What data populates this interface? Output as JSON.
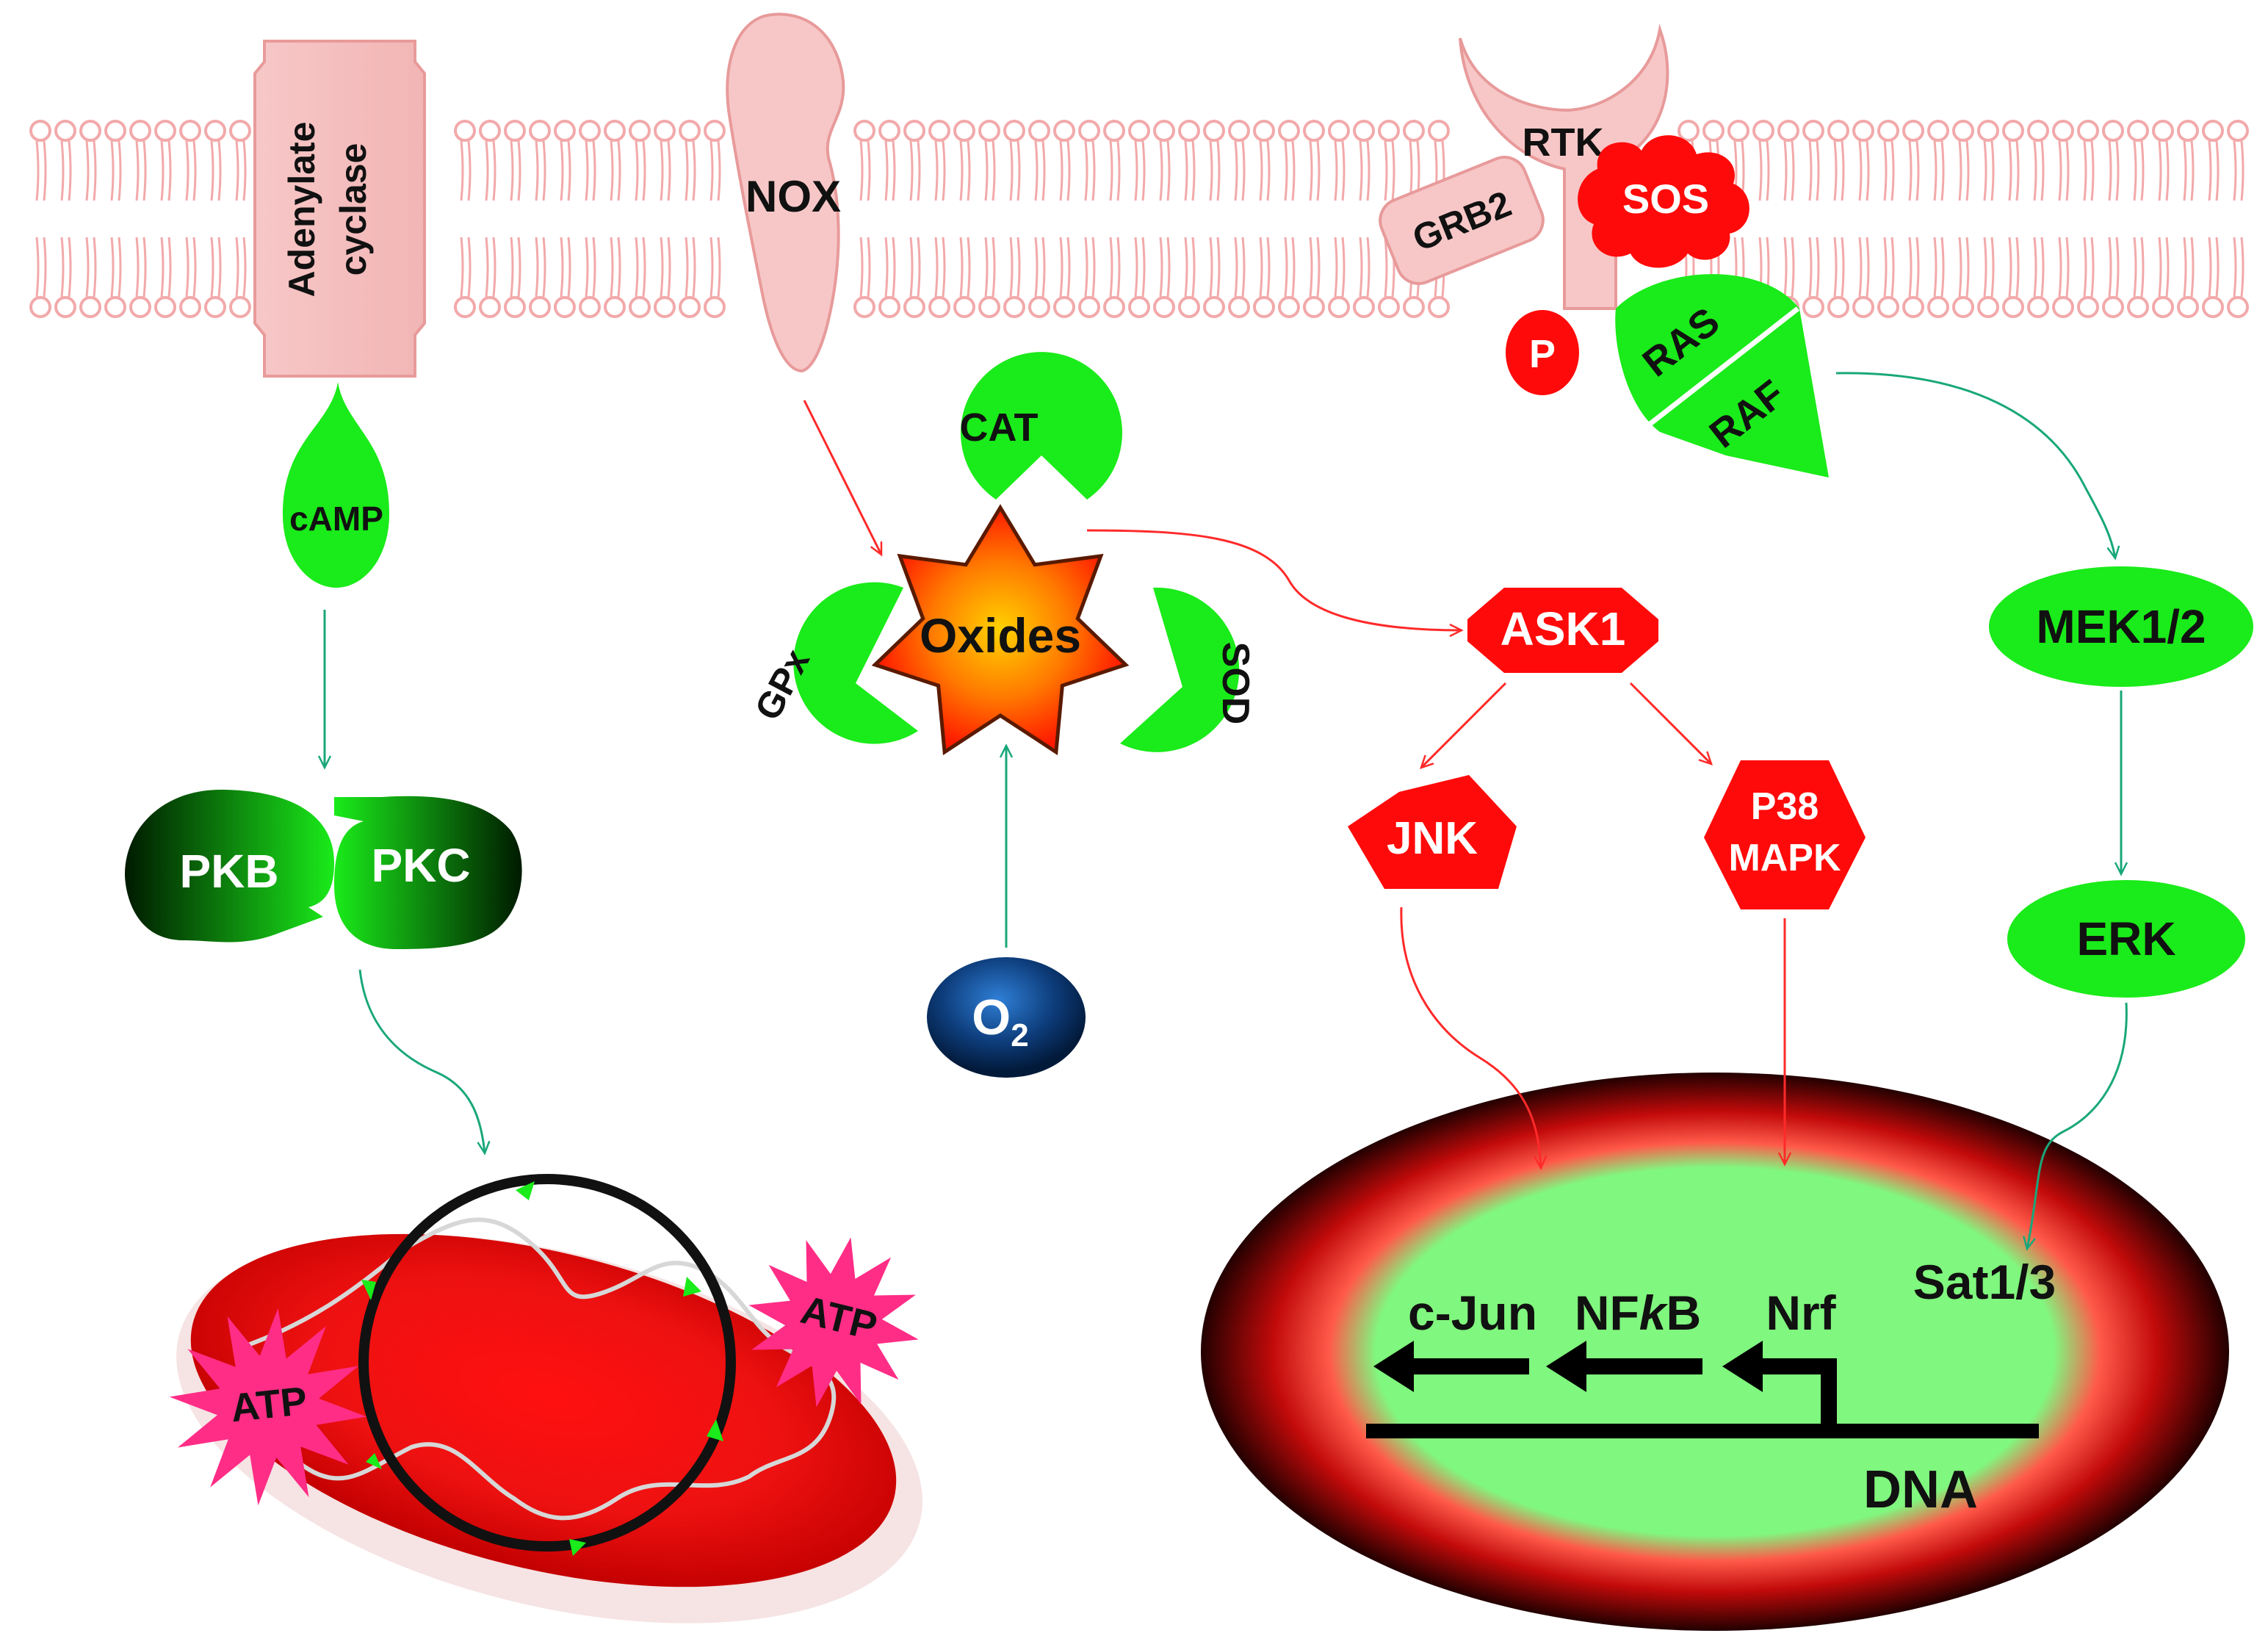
{
  "colors": {
    "membrane": "#f2a9aa",
    "protein_fill": "#f7c7c7",
    "protein_stroke": "#e89a9a",
    "green": "#1aeb1a",
    "green_dark": "#003d00",
    "red": "#ff0a0a",
    "red_arrow": "#ff2a2a",
    "teal_arrow": "#19a77a",
    "o2_blue": "#0d3c7a",
    "atp_pink": "#ff2d86",
    "nucleus_inner": "#80f77e"
  },
  "membrane": {
    "adenylate_cyclase": [
      "Adenylate",
      "cyclase"
    ],
    "nox": "NOX",
    "rtk": "RTK",
    "grb2": "GRB2",
    "sos": "SOS",
    "p": "P",
    "ras": "RAS",
    "raf": "RAF"
  },
  "left_pathway": {
    "camp": "cAMP",
    "pkb": "PKB",
    "pkc": "PKC"
  },
  "mitochondrion": {
    "atp_left": "ATP",
    "atp_right": "ATP"
  },
  "antioxidants": {
    "cat": "CAT",
    "gpx": "GPx",
    "sod": "SOD",
    "oxides": "Oxides",
    "o2": "O",
    "o2_sub": "2"
  },
  "mapk": {
    "ask1": "ASK1",
    "jnk": "JNK",
    "p38": [
      "P38",
      "MAPK"
    ],
    "mek": "MEK1/2",
    "erk": "ERK"
  },
  "nucleus": {
    "cjun": "c-Jun",
    "nfkb_pre": "NF",
    "nfkb_k": "k",
    "nfkb_post": "B",
    "nrf": "Nrf",
    "sat": "Sat1/3",
    "dna": "DNA"
  }
}
